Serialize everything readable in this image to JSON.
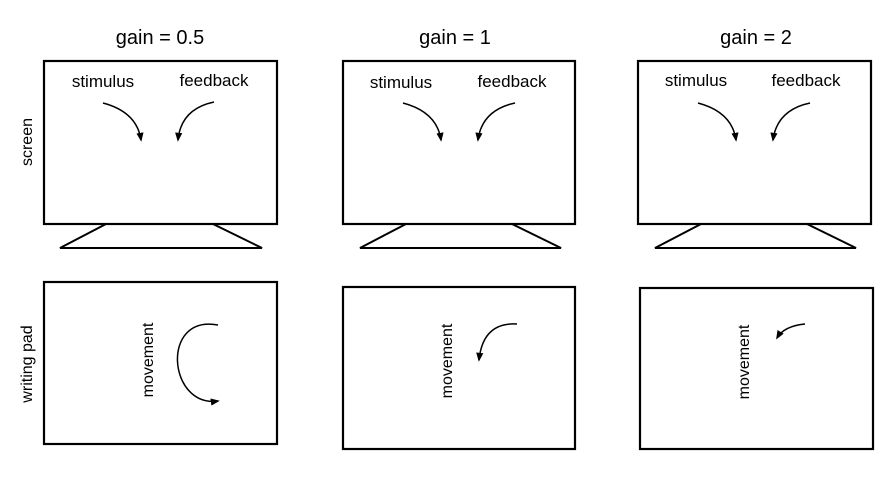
{
  "row_labels": {
    "screen": "screen",
    "writing_pad": "writing pad"
  },
  "panels": [
    {
      "title": "gain = 0.5",
      "stimulus_label": "stimulus",
      "feedback_label": "feedback",
      "movement_label": "movement"
    },
    {
      "title": "gain = 1",
      "stimulus_label": "stimulus",
      "feedback_label": "feedback",
      "movement_label": "movement"
    },
    {
      "title": "gain = 2",
      "stimulus_label": "stimulus",
      "feedback_label": "feedback",
      "movement_label": "movement"
    }
  ]
}
